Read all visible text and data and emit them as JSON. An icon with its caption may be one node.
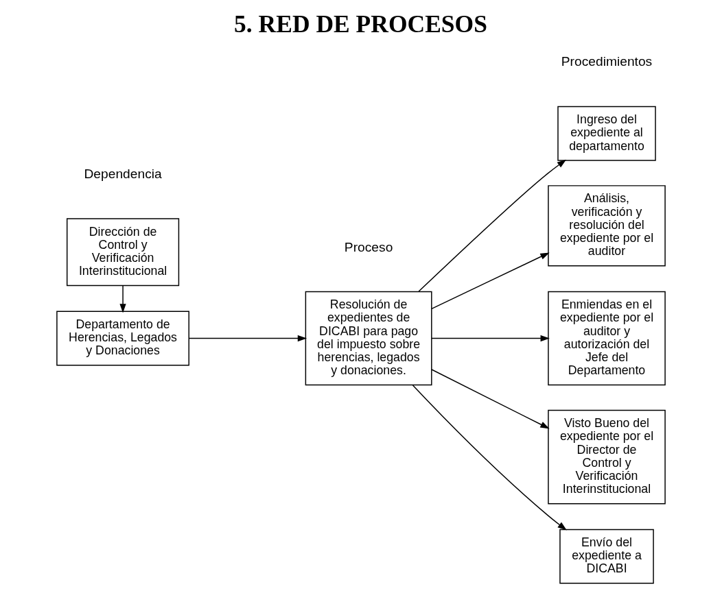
{
  "diagram": {
    "title": "5. RED DE PROCESOS",
    "nodes": [
      {
        "text": [
          "Dirección de Control y Verificación Interinstitucional"
        ]
      },
      {
        "text": [
          "Departamento de Herencias, Legados y Donaciones"
        ]
      },
      {
        "text": [
          "Resolución de expedientes de DICABI para pago del impuesto sobre herencias, legados y donaciones."
        ]
      },
      {
        "text": [
          "Ingreso del expediente al departamento"
        ]
      },
      {
        "text": [
          "Análisis, verificación y resolución del expediente por el auditor"
        ]
      },
      {
        "text": [
          "Enmiendas en el expediente por el auditor y autorización del Jefe del Departamento"
        ]
      },
      {
        "text": [
          "Visto Bueno del expediente por el Director de Control y Verificación Interinstitucional"
        ]
      },
      {
        "text": [
          "Envío del expediente a DICABI"
        ]
      }
    ],
    "edges": [
      {
        "from": 0,
        "to": 1,
        "arrow": "to"
      },
      {
        "from": 1,
        "to": 2,
        "arrow": "to"
      },
      {
        "from": 2,
        "to": 3,
        "arrow": "to"
      },
      {
        "from": 2,
        "to": 4,
        "arrow": "to"
      },
      {
        "from": 2,
        "to": 5,
        "arrow": "to"
      },
      {
        "from": 2,
        "to": 6,
        "arrow": "to"
      },
      {
        "from": 2,
        "to": 7,
        "arrow": "to"
      }
    ],
    "labels": [
      "Dependencia",
      "Proceso",
      "Procedimientos"
    ]
  }
}
